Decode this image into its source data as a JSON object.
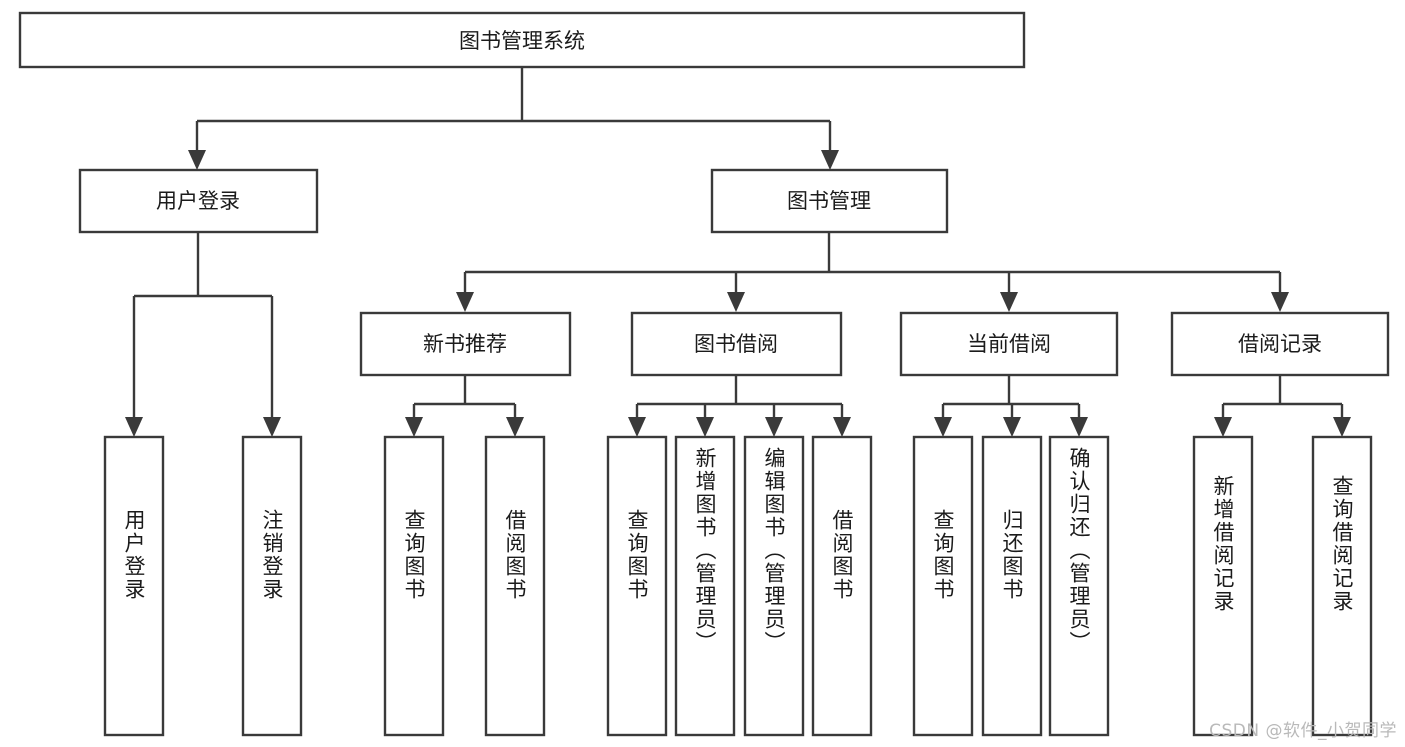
{
  "diagram": {
    "type": "tree",
    "title": "图书管理系统",
    "background_color": "#ffffff",
    "line_color": "#3a3a3a",
    "text_color": "#1b1b1b",
    "root": {
      "label": "图书管理系统"
    },
    "level2": [
      {
        "label": "用户登录"
      },
      {
        "label": "图书管理"
      }
    ],
    "level3": [
      {
        "label": "新书推荐"
      },
      {
        "label": "图书借阅"
      },
      {
        "label": "当前借阅"
      },
      {
        "label": "借阅记录"
      }
    ],
    "leaves": [
      {
        "label": "用户登录",
        "parent": "用户登录"
      },
      {
        "label": "注销登录",
        "parent": "用户登录"
      },
      {
        "label": "查询图书",
        "parent": "新书推荐"
      },
      {
        "label": "借阅图书",
        "parent": "新书推荐"
      },
      {
        "label": "查询图书",
        "parent": "图书借阅"
      },
      {
        "label": "新增图书（管理员）",
        "parent": "图书借阅"
      },
      {
        "label": "编辑图书（管理员）",
        "parent": "图书借阅"
      },
      {
        "label": "借阅图书",
        "parent": "图书借阅"
      },
      {
        "label": "查询图书",
        "parent": "当前借阅"
      },
      {
        "label": "归还图书",
        "parent": "当前借阅"
      },
      {
        "label": "确认归还（管理员）",
        "parent": "当前借阅"
      },
      {
        "label": "新增借阅记录",
        "parent": "借阅记录"
      },
      {
        "label": "查询借阅记录",
        "parent": "借阅记录"
      }
    ]
  },
  "watermark": {
    "text": "CSDN @软件_小贺同学"
  }
}
